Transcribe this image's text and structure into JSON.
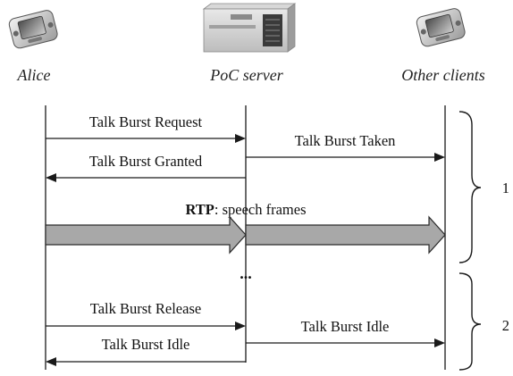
{
  "actors": {
    "alice": {
      "name": "Alice",
      "icon": "pda-phone-icon"
    },
    "server": {
      "name": "PoC server",
      "icon": "server-box-icon"
    },
    "others": {
      "name": "Other clients",
      "icon": "pda-phone-icon"
    }
  },
  "messages": {
    "request": "Talk Burst Request",
    "taken": "Talk Burst Taken",
    "granted": "Talk Burst Granted",
    "rtp_bold": "RTP",
    "rtp_rest": ": speech frames",
    "ellipsis": "...",
    "release": "Talk Burst Release",
    "idle_right": "Talk Burst Idle",
    "idle_left": "Talk Burst Idle"
  },
  "phases": {
    "one": "1",
    "two": "2"
  },
  "colors": {
    "line": "#1a1a1a",
    "rtp_fill": "#a8a8a8"
  }
}
